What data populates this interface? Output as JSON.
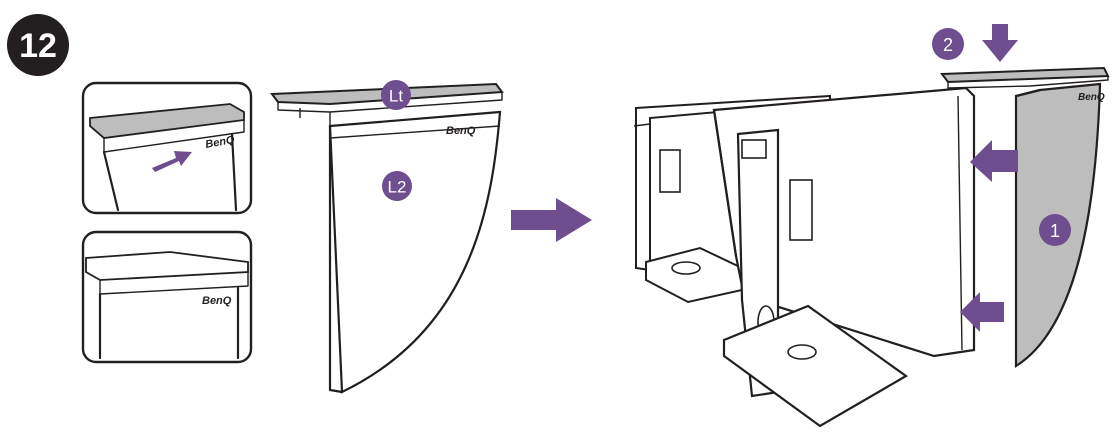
{
  "step": {
    "number": "12"
  },
  "hood_labels": {
    "lt": "Lt",
    "l2": "L2"
  },
  "monitor_labels": {
    "step1": "1",
    "step2": "2"
  },
  "brand": {
    "name": "BenQ"
  },
  "colors": {
    "accent": "#6e4e8e",
    "shade": "#bdbdbd",
    "line": "#231f20",
    "badge": "#231f20"
  },
  "icons": {
    "arrow": "arrow-icon"
  }
}
